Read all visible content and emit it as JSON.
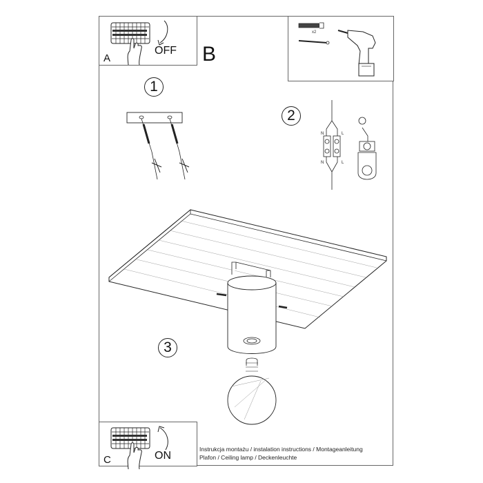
{
  "panels": {
    "a": {
      "letter": "A",
      "state": "OFF"
    },
    "b": {
      "letter": "B"
    },
    "c": {
      "letter": "C",
      "state": "ON"
    },
    "tools": {
      "quantity": "x2",
      "items": [
        "wall-plug-icon",
        "screw-icon",
        "drill-icon"
      ]
    }
  },
  "steps": [
    {
      "number": "1",
      "content": "mounting-bracket-with-screws"
    },
    {
      "number": "2",
      "content": "wiring-connection-N-L-earth",
      "labels": {
        "neutral": "N",
        "live": "L"
      }
    },
    {
      "number": "3",
      "content": "ceiling-lamp-assembly-with-bulb"
    }
  ],
  "caption": {
    "line1": "Instrukcja montażu / instalation instructions / Montageanleitung",
    "line2": "Plafon / Ceiling lamp / Deckenleuchte"
  },
  "colors": {
    "line": "#222222",
    "frame": "#666666",
    "background": "#ffffff"
  }
}
